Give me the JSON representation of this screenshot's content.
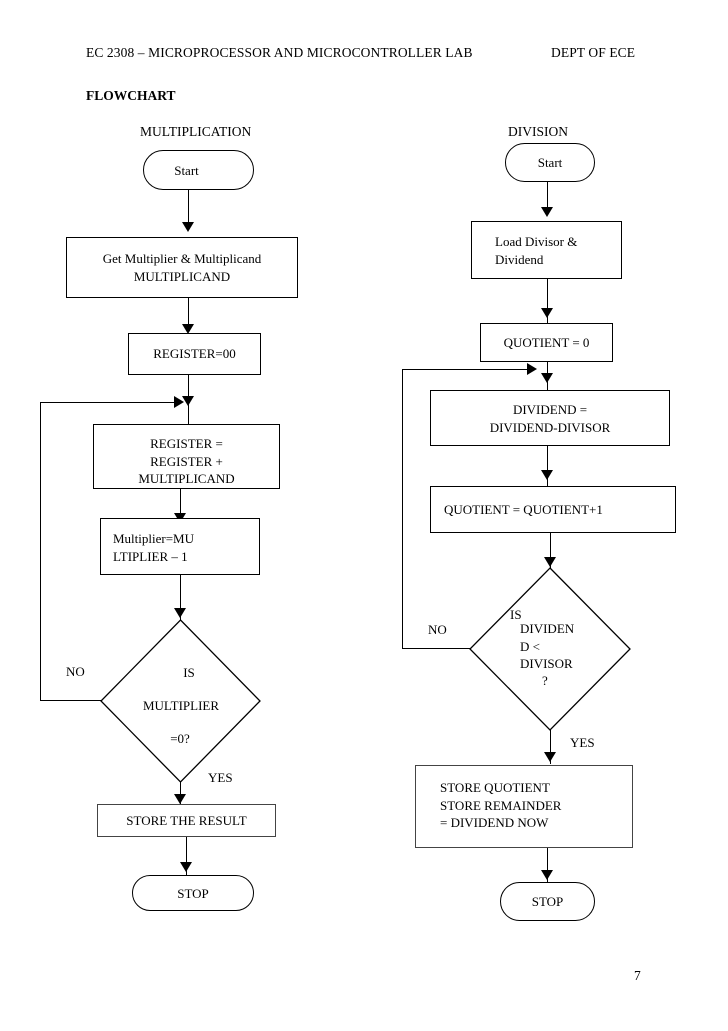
{
  "header": {
    "course": "EC 2308 – MICROPROCESSOR AND MICROCONTROLLER LAB",
    "department": "DEPT OF ECE",
    "section_label": "FLOWCHART",
    "page_number": "7"
  },
  "multiplication": {
    "title": "MULTIPLICATION",
    "start": "Start",
    "get_operands": "Get Multiplier & Multiplicand\nMULTIPLICAND",
    "register_init": "REGISTER=00",
    "accumulate": "REGISTER =\nREGISTER +\nMULTIPLICAND",
    "decrement": "Multiplier=MU\nLTIPLIER – 1",
    "decision_line1": "IS",
    "decision_line2": "MULTIPLIER",
    "decision_line3": "=0?",
    "label_no": "NO",
    "label_yes": "YES",
    "store": "STORE THE RESULT",
    "stop": "STOP"
  },
  "division": {
    "title": "DIVISION",
    "start": "Start",
    "load": "Load Divisor &\nDividend",
    "quotient_init": "QUOTIENT = 0",
    "subtract": "DIVIDEND =\nDIVIDEND-DIVISOR",
    "increment": "QUOTIENT =  QUOTIENT+1",
    "decision_line1": "IS",
    "decision_line2": "DIVIDEN\nD <\nDIVISOR",
    "decision_line3": "?",
    "label_no": "NO",
    "label_yes": "YES",
    "store": "STORE QUOTIENT\nSTORE REMAINDER\n= DIVIDEND NOW",
    "stop": "STOP"
  },
  "colors": {
    "ink": "#000000",
    "paper": "#ffffff"
  }
}
